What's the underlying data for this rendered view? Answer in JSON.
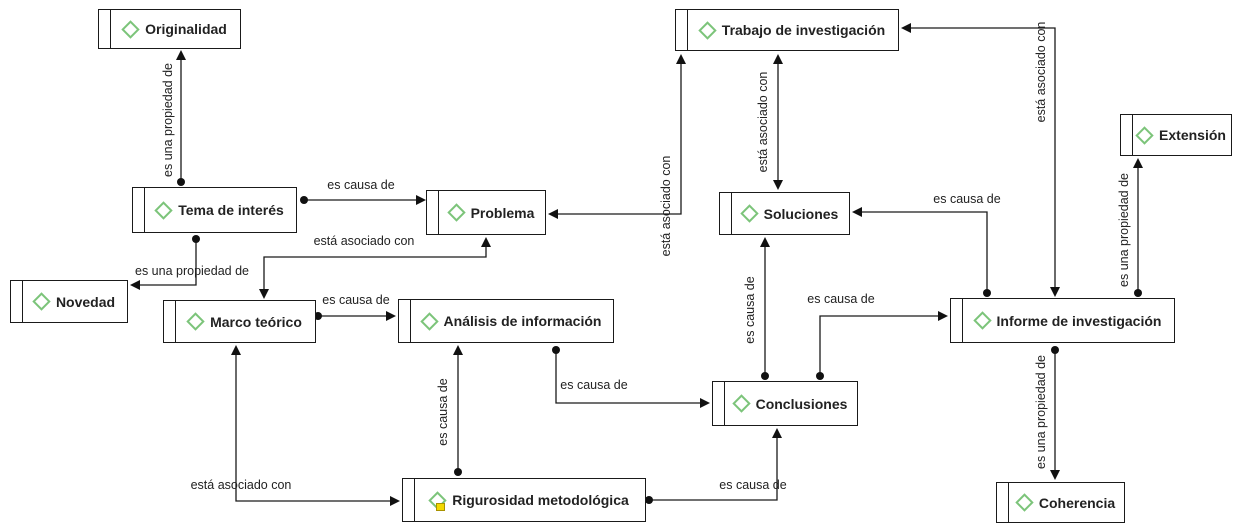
{
  "colors": {
    "node_border": "#1a1a1a",
    "node_icon": "#7cc47a",
    "edge": "#1a1a1a",
    "memo_icon": "#f2d800"
  },
  "nodes": {
    "originalidad": "Originalidad",
    "tema_de_interes": "Tema de interés",
    "novedad": "Novedad",
    "problema": "Problema",
    "marco_teorico": "Marco teórico",
    "analisis_de_informacion": "Análisis de información",
    "rigurosidad_metodologica": "Rigurosidad metodológica",
    "trabajo_de_investigacion": "Trabajo de investigación",
    "soluciones": "Soluciones",
    "conclusiones": "Conclusiones",
    "informe_de_investigacion": "Informe de investigación",
    "extension": "Extensión",
    "coherencia": "Coherencia"
  },
  "edge_labels": {
    "tema_originalidad": "es una propiedad de",
    "tema_problema": "es causa de",
    "tema_novedad": "es una propiedad de",
    "problema_marco": "está asociado con",
    "marco_analisis": "es causa de",
    "problema_trabajo": "está asociado con",
    "trabajo_soluciones": "está asociado con",
    "trabajo_informe": "está asociado con",
    "informe_soluciones": "es causa de",
    "conclusiones_soluciones": "es causa de",
    "conclusiones_informe": "es causa de",
    "analisis_conclusiones": "es causa de",
    "rigurosidad_analisis": "es causa de",
    "marco_rigurosidad": "está asociado con",
    "rigurosidad_conclusiones": "es causa de",
    "informe_extension": "es una propiedad de",
    "informe_coherencia": "es una propiedad de"
  }
}
